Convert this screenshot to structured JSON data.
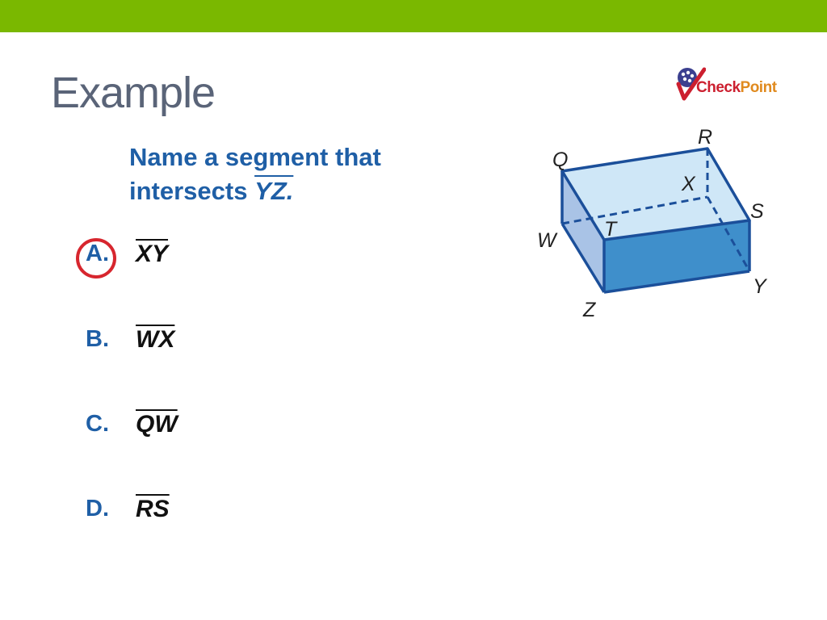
{
  "slide": {
    "title": "Example",
    "logo": {
      "part1": "Check",
      "part2": "Point"
    },
    "question": {
      "text": "Name a segment that intersects",
      "segment": "YZ."
    },
    "choices": [
      {
        "letter": "A.",
        "answer": "XY",
        "selected": true
      },
      {
        "letter": "B.",
        "answer": "WX",
        "selected": false
      },
      {
        "letter": "C.",
        "answer": "QW",
        "selected": false
      },
      {
        "letter": "D.",
        "answer": "RS",
        "selected": false
      }
    ],
    "diagram": {
      "vertices": {
        "Q": "Q",
        "R": "R",
        "S": "S",
        "T": "T",
        "W": "W",
        "X": "X",
        "Y": "Y",
        "Z": "Z"
      }
    }
  },
  "colors": {
    "top_bar": "#7ab800",
    "title": "#5a6478",
    "question": "#1f5fa6",
    "circle": "#d7262e",
    "prism_edge": "#1b4f9a"
  }
}
